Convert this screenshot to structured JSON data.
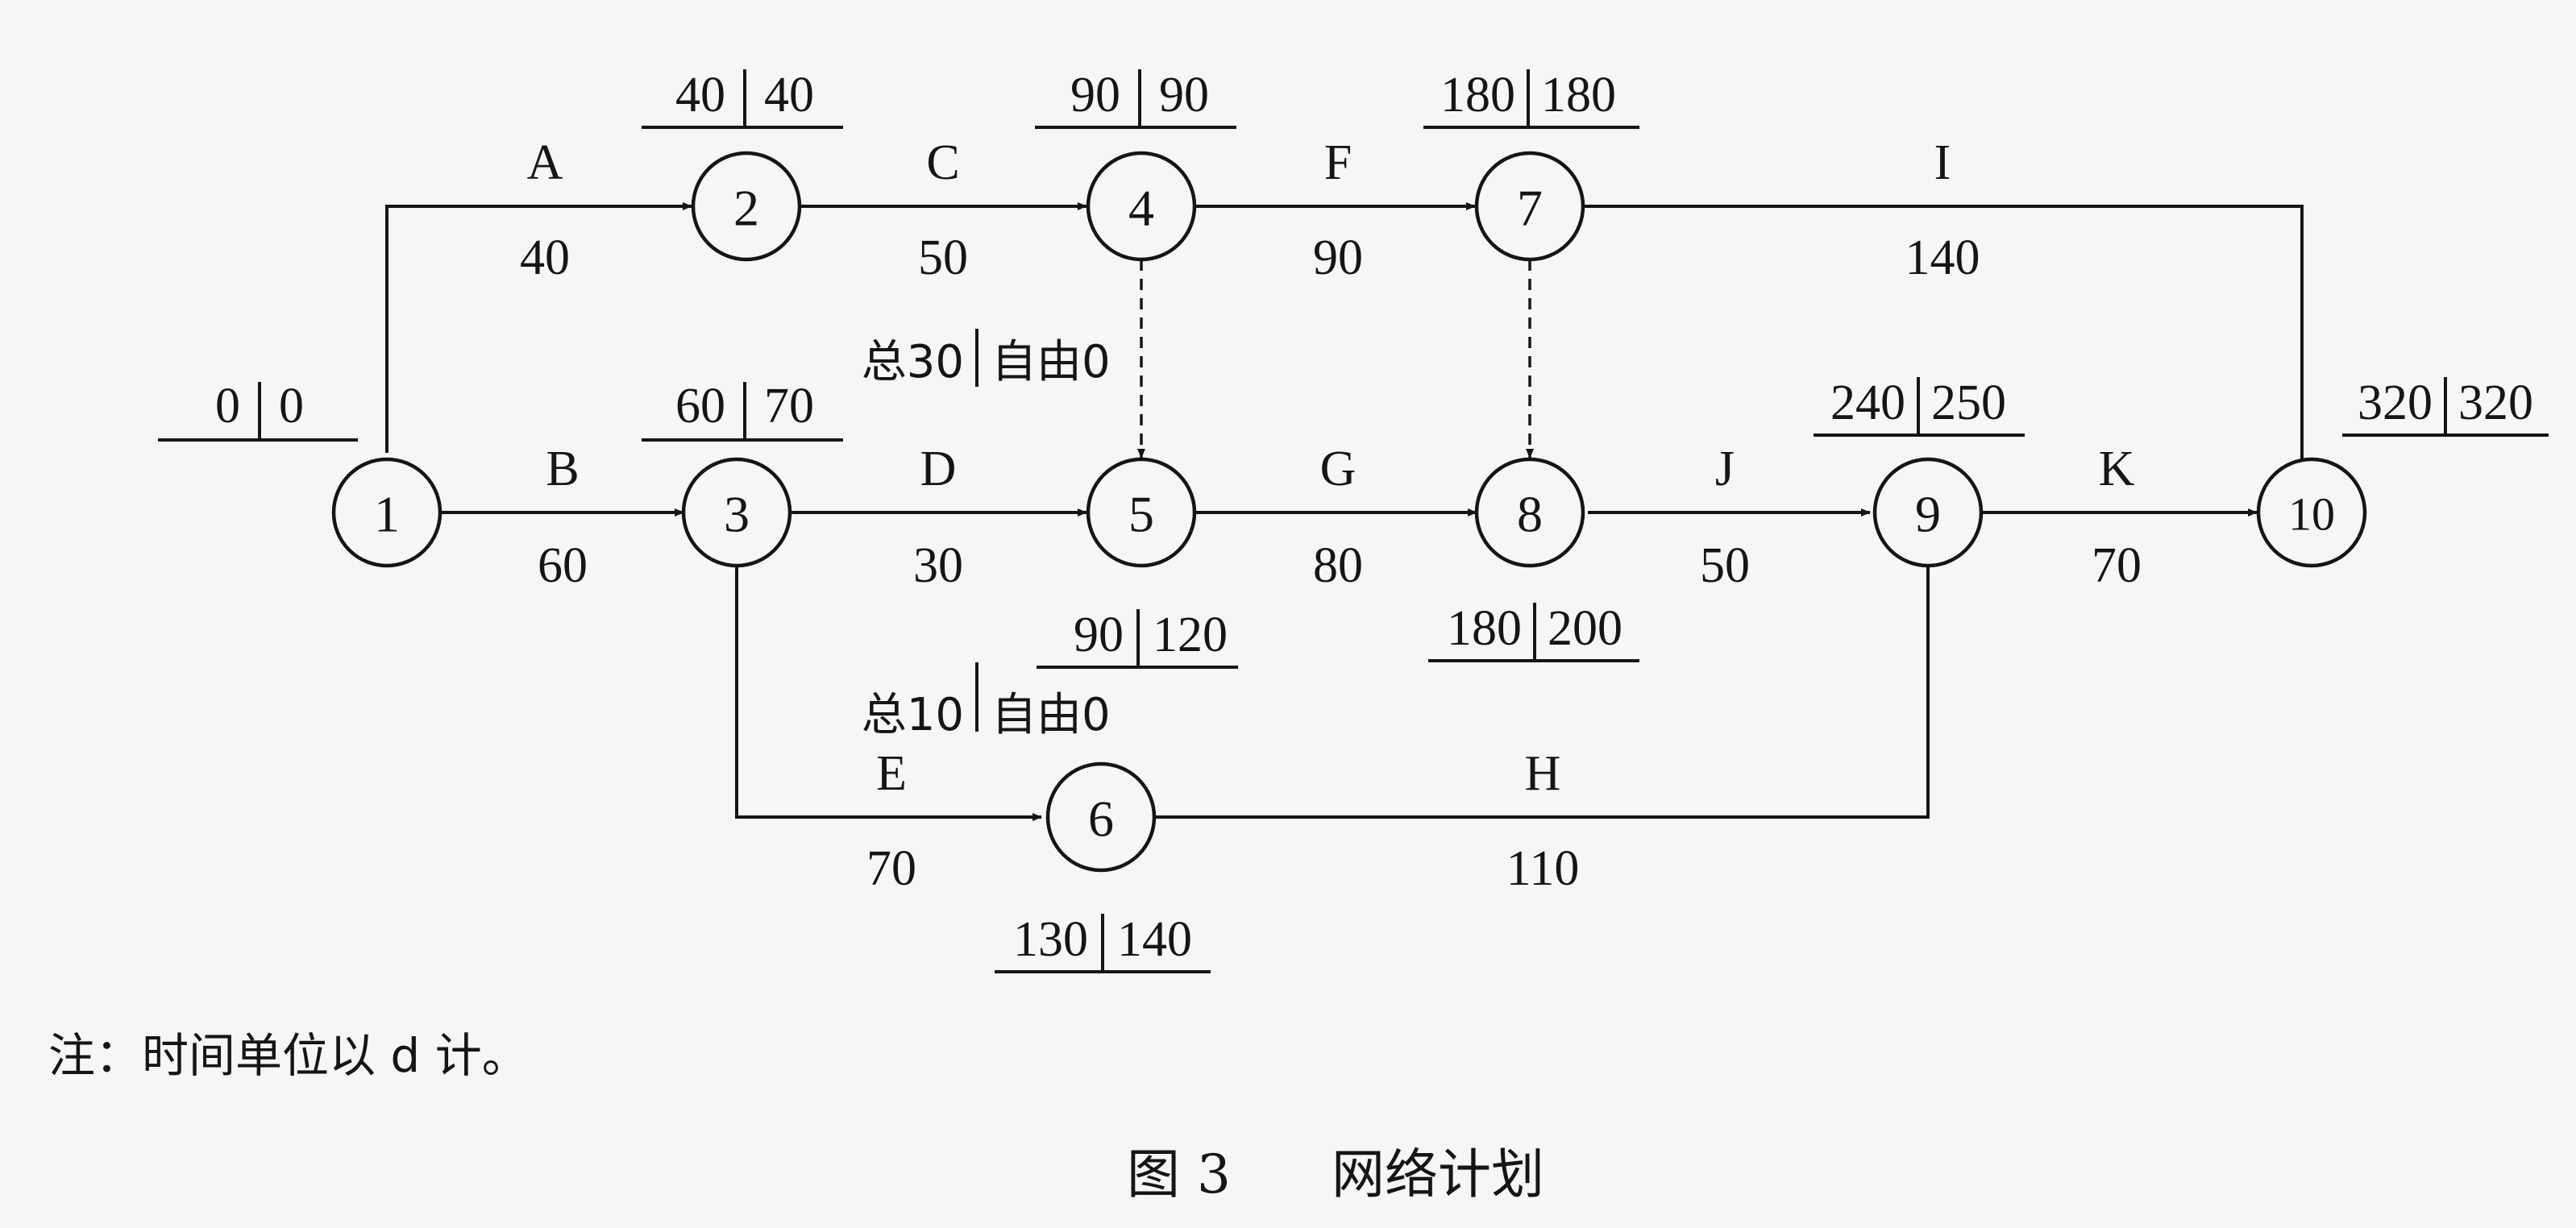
{
  "nodes": [
    {
      "id": "1",
      "et": "0",
      "lt": "0"
    },
    {
      "id": "2",
      "et": "40",
      "lt": "40"
    },
    {
      "id": "3",
      "et": "60",
      "lt": "70"
    },
    {
      "id": "4",
      "et": "90",
      "lt": "90"
    },
    {
      "id": "5",
      "et": "90",
      "lt": "120"
    },
    {
      "id": "6",
      "et": "130",
      "lt": "140"
    },
    {
      "id": "7",
      "et": "180",
      "lt": "180"
    },
    {
      "id": "8",
      "et": "180",
      "lt": "200"
    },
    {
      "id": "9",
      "et": "240",
      "lt": "250"
    },
    {
      "id": "10",
      "et": "320",
      "lt": "320"
    }
  ],
  "activities": [
    {
      "name": "A",
      "duration": "40",
      "from": "1",
      "to": "2"
    },
    {
      "name": "B",
      "duration": "60",
      "from": "1",
      "to": "3"
    },
    {
      "name": "C",
      "duration": "50",
      "from": "2",
      "to": "4"
    },
    {
      "name": "D",
      "duration": "30",
      "from": "3",
      "to": "5"
    },
    {
      "name": "E",
      "duration": "70",
      "from": "3",
      "to": "6"
    },
    {
      "name": "F",
      "duration": "90",
      "from": "4",
      "to": "7"
    },
    {
      "name": "G",
      "duration": "80",
      "from": "5",
      "to": "8"
    },
    {
      "name": "H",
      "duration": "110",
      "from": "6",
      "to": "9"
    },
    {
      "name": "I",
      "duration": "140",
      "from": "7",
      "to": "10"
    },
    {
      "name": "J",
      "duration": "50",
      "from": "8",
      "to": "9"
    },
    {
      "name": "K",
      "duration": "70",
      "from": "9",
      "to": "10"
    }
  ],
  "dummies": [
    {
      "from": "4",
      "to": "5"
    },
    {
      "from": "7",
      "to": "8"
    }
  ],
  "float_labels": {
    "dummy_4_5": {
      "total": "总30",
      "free": "自由0"
    },
    "dummy_3_6": {
      "total": "总10",
      "free": "自由0"
    }
  },
  "note": "注：时间单位以 d 计。",
  "caption": {
    "number": "图 3",
    "title": "网络计划"
  }
}
